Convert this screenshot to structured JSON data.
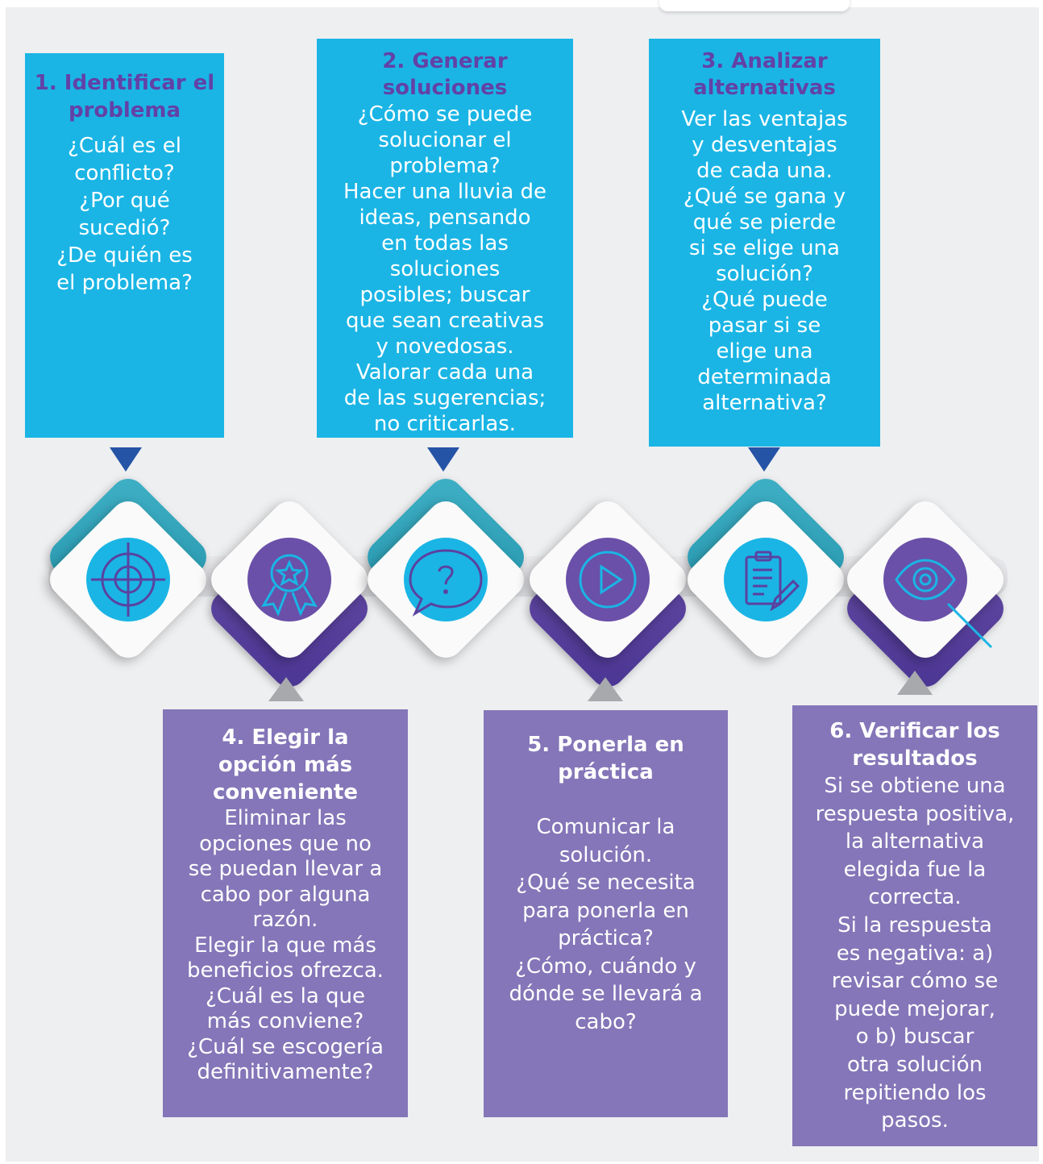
{
  "steps": [
    {
      "title": "1. Identificar el problema",
      "body": "¿Cuál es el\nconflicto?\n¿Por qué\nsucedió?\n¿De quién es\nel problema?"
    },
    {
      "title": "2. Generar soluciones",
      "body": "¿Cómo se puede\nsolucionar el\nproblema?\nHacer una lluvia de\nideas, pensando\nen todas las\nsoluciones\nposibles; buscar\nque sean creativas\ny novedosas.\nValorar cada una\nde las sugerencias;\nno criticarlas."
    },
    {
      "title": "3. Analizar alternativas",
      "body": "Ver las ventajas\ny desventajas\nde cada una.\n¿Qué se gana y\nqué se pierde\nsi se elige una\nsolución?\n¿Qué puede\npasar si se\nelige una\ndeterminada\nalternativa?"
    },
    {
      "title": "4. Elegir la opción más conveniente",
      "body": "Eliminar las\nopciones que no\nse puedan llevar a\ncabo por alguna\nrazón.\nElegir la que más\nbeneficios ofrezca.\n¿Cuál es la que\nmás conviene?\n¿Cuál  se escogería\ndefinitivamente?"
    },
    {
      "title": "5. Ponerla en práctica",
      "body": "Comunicar la\nsolución.\n¿Qué se necesita\npara ponerla en\npráctica?\n¿Cómo, cuándo y\ndónde se llevará a\ncabo?"
    },
    {
      "title": "6. Verificar los resultados",
      "body": "Si se obtiene una\nrespuesta positiva,\nla alternativa\nelegida fue la\ncorrecta.\nSi la respuesta\nes negativa: a)\nrevisar cómo se\npuede mejorar,\no b) buscar\notra solución\nrepitiendo los\npasos."
    }
  ],
  "icons": [
    "target-icon",
    "award-badge-icon",
    "question-bubble-icon",
    "play-icon",
    "clipboard-pencil-icon",
    "eye-magnifier-icon"
  ],
  "colors": {
    "blue_box": "#1ab5e5",
    "purple_box": "#8476b8",
    "title_purple": "#6341a6",
    "arrow_blue": "#2554a6",
    "arrow_gray": "#a8a9ad",
    "diamond_teal": "#2a9fb7",
    "diamond_purple": "#5a42a0"
  }
}
